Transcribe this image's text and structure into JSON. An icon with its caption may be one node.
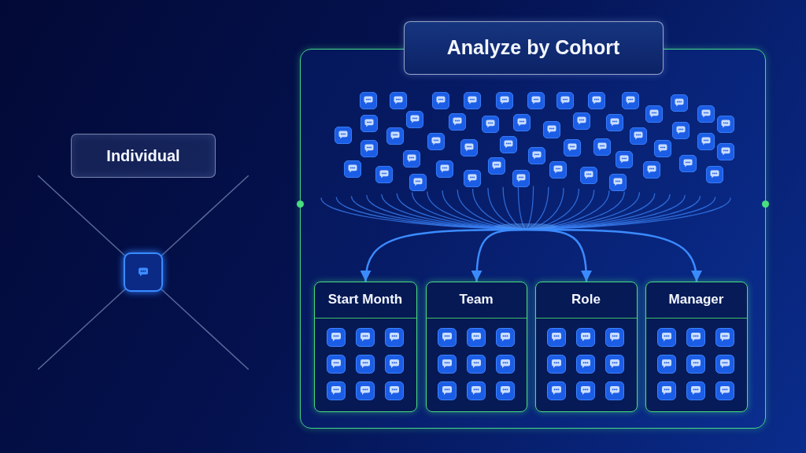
{
  "diagram": {
    "nodes": [
      {
        "text": [
          "Individual"
        ]
      },
      {
        "text": [
          "Analyze by Cohort"
        ]
      },
      {
        "text": [],
        "shape": "picture",
        "in": 1
      },
      {
        "text": [
          "Start Month"
        ],
        "in": 1
      },
      {
        "text": [
          "Team"
        ],
        "in": 1
      },
      {
        "text": [
          "Role"
        ],
        "in": 1
      },
      {
        "text": [
          "Manager"
        ],
        "in": 1
      }
    ],
    "edges": [
      {
        "from": 2,
        "to": 3,
        "arrow": "to"
      },
      {
        "from": 2,
        "to": 4,
        "arrow": "to"
      },
      {
        "from": 2,
        "to": 5,
        "arrow": "to"
      },
      {
        "from": 2,
        "to": 6,
        "arrow": "to"
      }
    ]
  }
}
